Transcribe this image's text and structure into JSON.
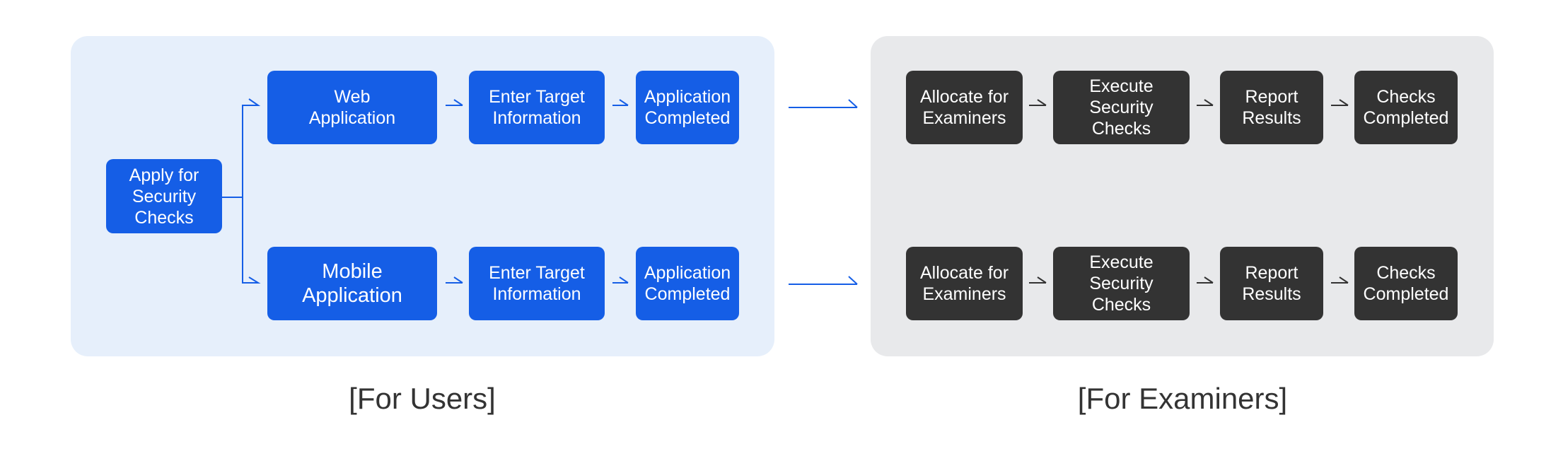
{
  "users": {
    "start": "Apply for\nSecurity\nChecks",
    "web_row": [
      "Web\nApplication",
      "Enter Target\nInformation",
      "Application\nCompleted"
    ],
    "mobile_row": [
      "Mobile\nApplication",
      "Enter Target\nInformation",
      "Application\nCompleted"
    ],
    "caption": "[For Users]"
  },
  "examiners": {
    "row1": [
      "Allocate for\nExaminers",
      "Execute\nSecurity\nChecks",
      "Report\nResults",
      "Checks\nCompleted"
    ],
    "row2": [
      "Allocate for\nExaminers",
      "Execute\nSecurity\nChecks",
      "Report\nResults",
      "Checks\nCompleted"
    ],
    "caption": "[For Examiners]"
  },
  "colors": {
    "user_box": "#155ee6",
    "examiner_box": "#333333",
    "user_panel": "#e6effb",
    "examiner_panel": "#e8e9eb",
    "user_arrow": "#155ee6",
    "examiner_arrow": "#333333"
  }
}
